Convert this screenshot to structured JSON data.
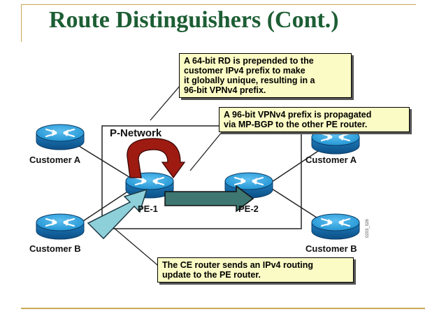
{
  "slide": {
    "title": "Route Distinguishers (Cont.)"
  },
  "diagram": {
    "network_label": "P-Network",
    "routers": {
      "customer_a_left": "Customer A",
      "customer_b_left": "Customer B",
      "pe1": "PE-1",
      "pe2": "PE-2",
      "customer_a_right": "Customer A",
      "customer_b_right": "Customer B"
    },
    "callouts": {
      "rd": [
        "A 64-bit RD is prepended to the",
        "customer IPv4 prefix to make",
        "it globally unique, resulting in a",
        "96-bit VPNv4 prefix."
      ],
      "vpnv4": [
        "A 96-bit VPNv4 prefix is propagated",
        "via MP-BGP to the other PE router."
      ],
      "ce": [
        "The CE router sends an IPv4 routing",
        "update to the PE router."
      ]
    },
    "figure_code": "0203_026",
    "colors": {
      "router_body": "#1a8fd0",
      "title": "#1d5e34",
      "callout_bg": "#fbfbc5",
      "loop_arrow": "#9e1b12",
      "mpbgp_arrow": "#3e7672",
      "ce_arrow": "#8ed0da",
      "rule": "#c9a856"
    }
  }
}
